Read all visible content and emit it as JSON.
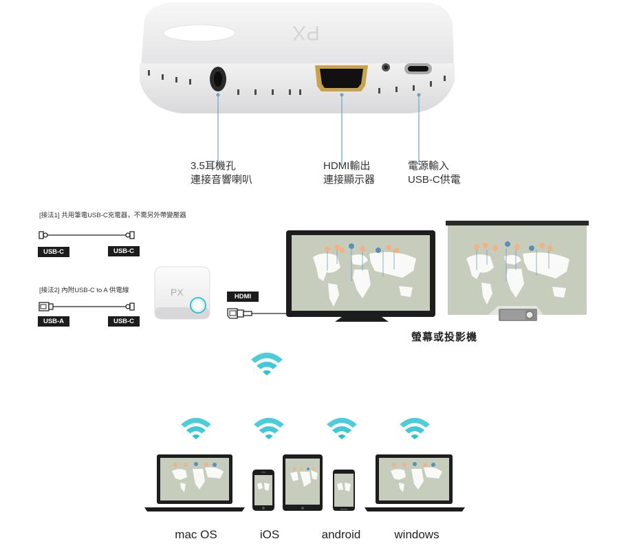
{
  "device": {
    "logo": "PX"
  },
  "ports": [
    {
      "line1": "3.5耳機孔",
      "line2": "連接音響喇叭"
    },
    {
      "line1": "HDMI輸出",
      "line2": "連接顯示器"
    },
    {
      "line1": "電源輸入",
      "line2": "USB-C供電"
    }
  ],
  "connection": {
    "method1": "[接法1]  共用筆電USB-C充電器，不需另外帶變壓器",
    "method1_left": "USB-C",
    "method1_right": "USB-C",
    "method2": "[接法2]  內附USB-C to A 供電線",
    "method2_left": "USB-A",
    "method2_right": "USB-C",
    "hdmi_tag": "HDMI",
    "display_caption": "螢幕或投影機"
  },
  "platforms": [
    "mac OS",
    "iOS",
    "android",
    "windows"
  ],
  "colors": {
    "accent": "#2ec3d3",
    "map_bg": "#c7cdbd",
    "map_land": "#ffffff",
    "frame": "#1d1d1d",
    "leader_line": "#6f9fc2"
  }
}
